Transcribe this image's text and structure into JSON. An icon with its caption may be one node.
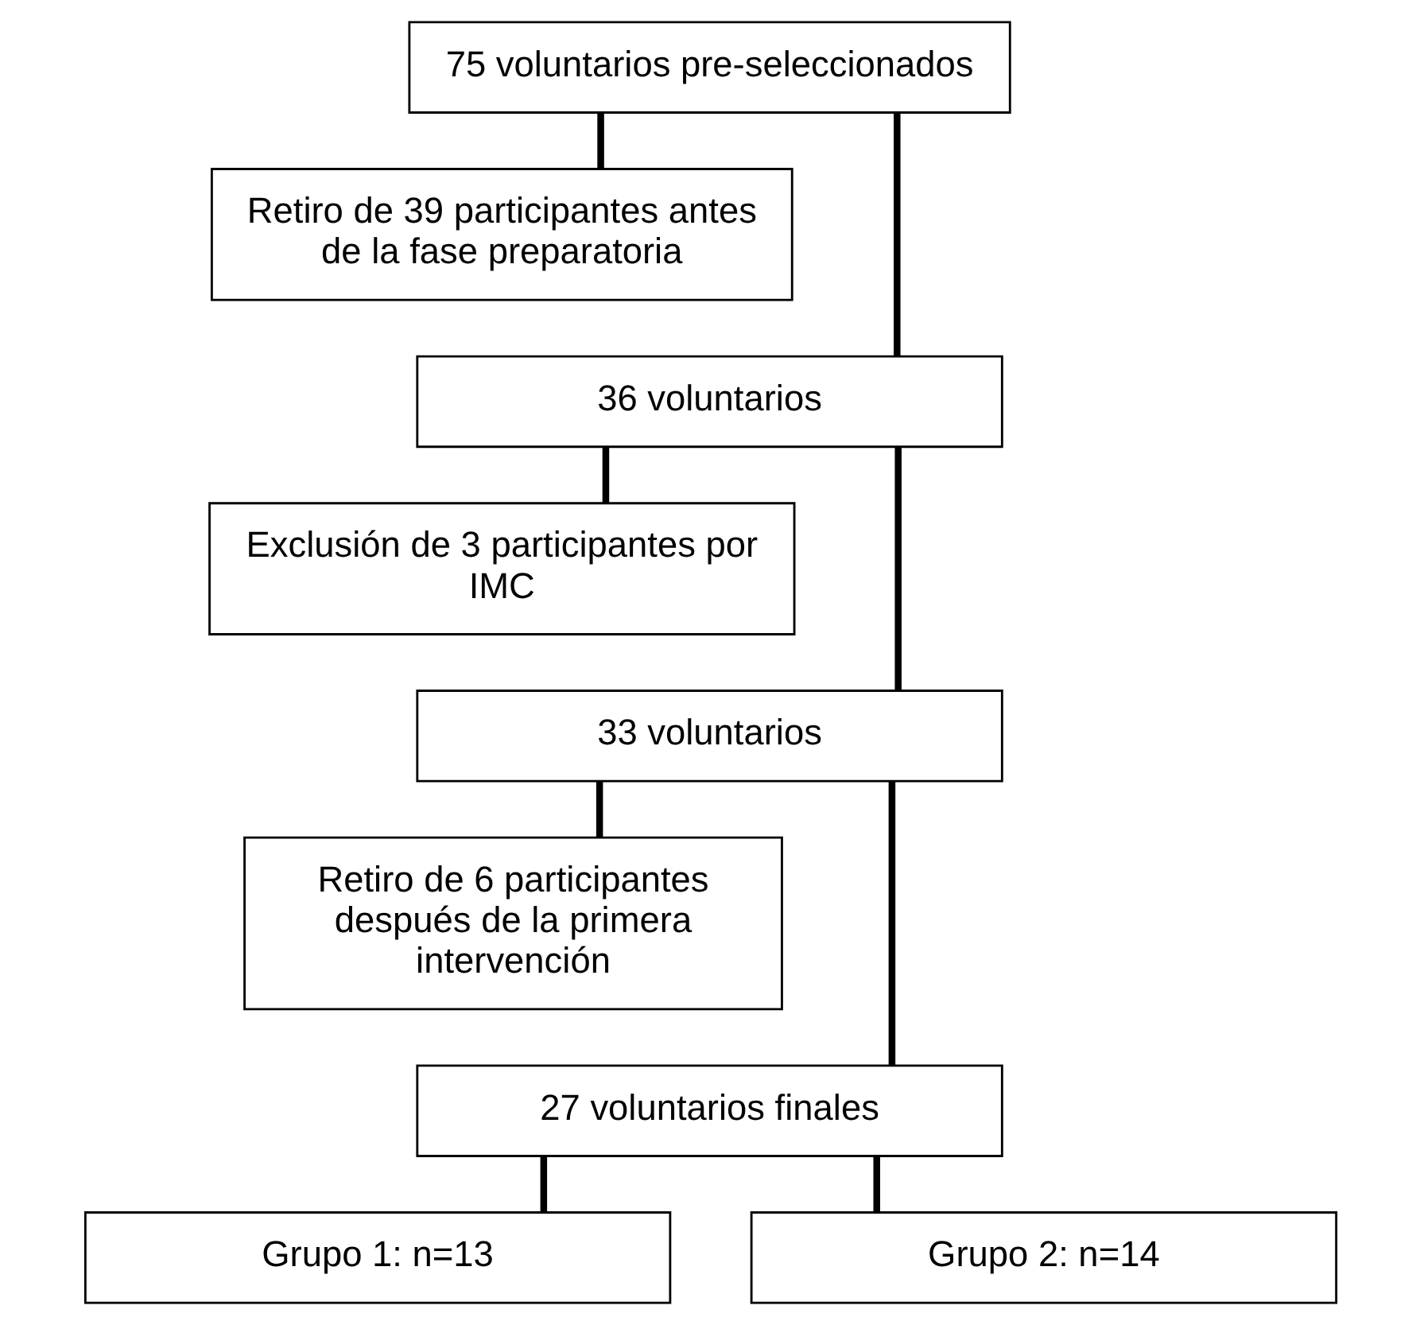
{
  "diagram": {
    "nodes": [
      {
        "text": [
          "75 voluntarios pre-seleccionados"
        ]
      },
      {
        "text": [
          "Retiro de 39 participantes antes de la fase preparatoria"
        ]
      },
      {
        "text": [
          "36 voluntarios"
        ]
      },
      {
        "text": [
          "Exclusión de 3 participantes por IMC"
        ]
      },
      {
        "text": [
          "33 voluntarios"
        ]
      },
      {
        "text": [
          "Retiro de 6 participantes después de la primera intervención"
        ]
      },
      {
        "text": [
          "27 voluntarios finales"
        ]
      },
      {
        "text": [
          "Grupo 1: n=13"
        ]
      },
      {
        "text": [
          "Grupo 2: n=14"
        ]
      }
    ],
    "edges": [
      {
        "from": 0,
        "to": 2,
        "arrow": "none"
      },
      {
        "from": 0,
        "to": 1,
        "arrow": "none"
      },
      {
        "from": 2,
        "to": 4,
        "arrow": "none"
      },
      {
        "from": 2,
        "to": 3,
        "arrow": "none"
      },
      {
        "from": 4,
        "to": 6,
        "arrow": "none"
      },
      {
        "from": 4,
        "to": 5,
        "arrow": "none"
      },
      {
        "from": 6,
        "to": 7,
        "arrow": "none"
      },
      {
        "from": 6,
        "to": 8,
        "arrow": "none"
      }
    ]
  }
}
